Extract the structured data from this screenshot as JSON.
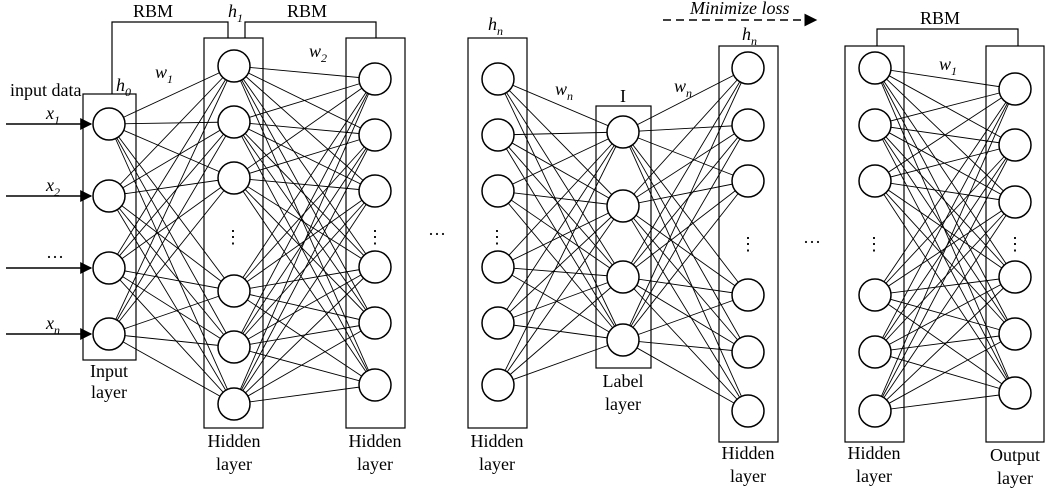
{
  "labels": {
    "rbm_1": "RBM",
    "rbm_2": "RBM",
    "rbm_3": "RBM",
    "input_data": "input data",
    "minimize_loss": "Minimize loss",
    "label_I": "I",
    "ellipsis_1": "···",
    "ellipsis_2": "···",
    "input_layer_1": "Input",
    "input_layer_2": "layer",
    "hidden_layer_a1": "Hidden",
    "hidden_layer_a2": "layer",
    "hidden_layer_b1": "Hidden",
    "hidden_layer_b2": "layer",
    "hidden_layer_c1": "Hidden",
    "hidden_layer_c2": "layer",
    "label_layer_1": "Label",
    "label_layer_2": "layer",
    "hidden_layer_d1": "Hidden",
    "hidden_layer_d2": "layer",
    "hidden_layer_e1": "Hidden",
    "hidden_layer_e2": "layer",
    "output_layer_1": "Output",
    "output_layer_2": "layer"
  },
  "symbols": {
    "h0": {
      "base": "h",
      "sub": "0"
    },
    "h1": {
      "base": "h",
      "sub": "1"
    },
    "hn_a": {
      "base": "h",
      "sub": "n"
    },
    "hn_b": {
      "base": "h",
      "sub": "n"
    },
    "w1_a": {
      "base": "w",
      "sub": "1"
    },
    "w2": {
      "base": "w",
      "sub": "2"
    },
    "wn_a": {
      "base": "w",
      "sub": "n"
    },
    "wn_b": {
      "base": "w",
      "sub": "n"
    },
    "w1_b": {
      "base": "w",
      "sub": "1"
    },
    "x1": {
      "base": "x",
      "sub": "1"
    },
    "x2": {
      "base": "x",
      "sub": "2"
    },
    "x_dots": {
      "base": "···",
      "sub": ""
    },
    "xn": {
      "base": "x",
      "sub": "n"
    }
  }
}
